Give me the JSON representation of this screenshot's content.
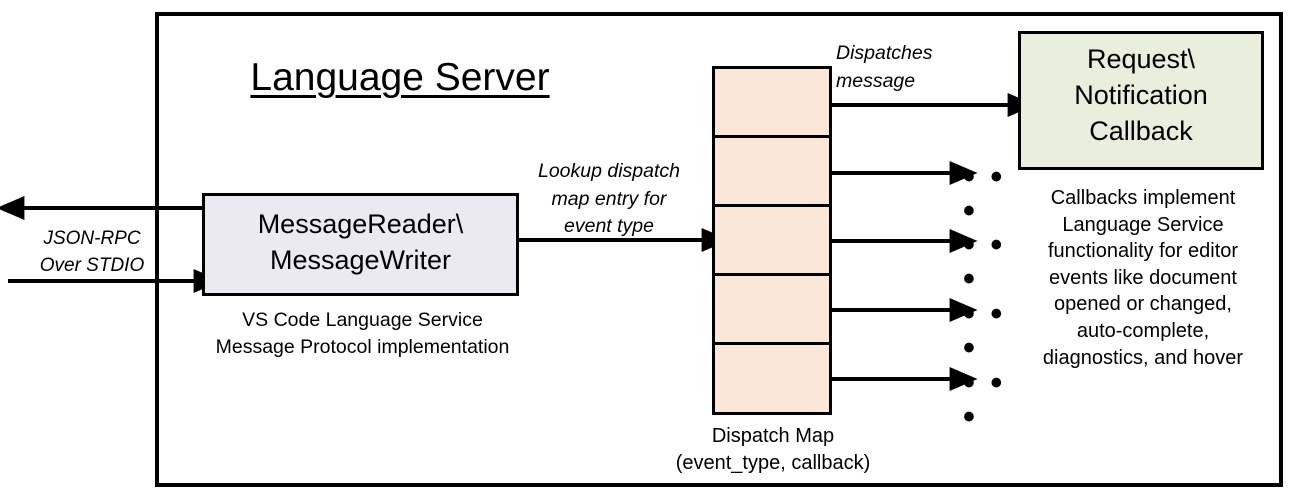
{
  "diagram": {
    "title": "Language Server",
    "outer_container_name": "Language Server",
    "colors": {
      "message_io_fill": "#ebe9f2",
      "dispatch_map_fill": "#fbe7d8",
      "callback_fill": "#e9eedd",
      "stroke": "#000000",
      "background": "#ffffff"
    }
  },
  "external_channel": {
    "label_line1": "JSON-RPC",
    "label_line2": "Over STDIO"
  },
  "message_io": {
    "box_line1": "MessageReader\\",
    "box_line2": "MessageWriter",
    "caption_line1": "VS Code Language Service",
    "caption_line2": "Message Protocol implementation"
  },
  "lookup_edge": {
    "label_line1": "Lookup dispatch",
    "label_line2": "map entry for",
    "label_line3": "event type"
  },
  "dispatch_map": {
    "caption_line1": "Dispatch Map",
    "caption_line2": "(event_type, callback)",
    "row_count": 5,
    "rows": [
      {
        "index": 1,
        "has_entry_dot": true,
        "target": "Request\\Notification Callback"
      },
      {
        "index": 2,
        "has_entry_dot": true,
        "target": "..."
      },
      {
        "index": 3,
        "has_entry_dot": true,
        "target": "..."
      },
      {
        "index": 4,
        "has_entry_dot": true,
        "target": "..."
      },
      {
        "index": 5,
        "has_entry_dot": true,
        "target": "..."
      }
    ]
  },
  "dispatch_edge": {
    "label_line1": "Dispatches",
    "label_line2": "message"
  },
  "callback": {
    "box_line1": "Request\\",
    "box_line2": "Notification",
    "box_line3": "Callback",
    "caption_line1": "Callbacks implement",
    "caption_line2": "Language Service",
    "caption_line3": "functionality for editor",
    "caption_line4": "events like document",
    "caption_line5": "opened or changed,",
    "caption_line6": "auto-complete,",
    "caption_line7": "diagnostics, and hover"
  },
  "ellipses": {
    "glyph": "• • •"
  }
}
